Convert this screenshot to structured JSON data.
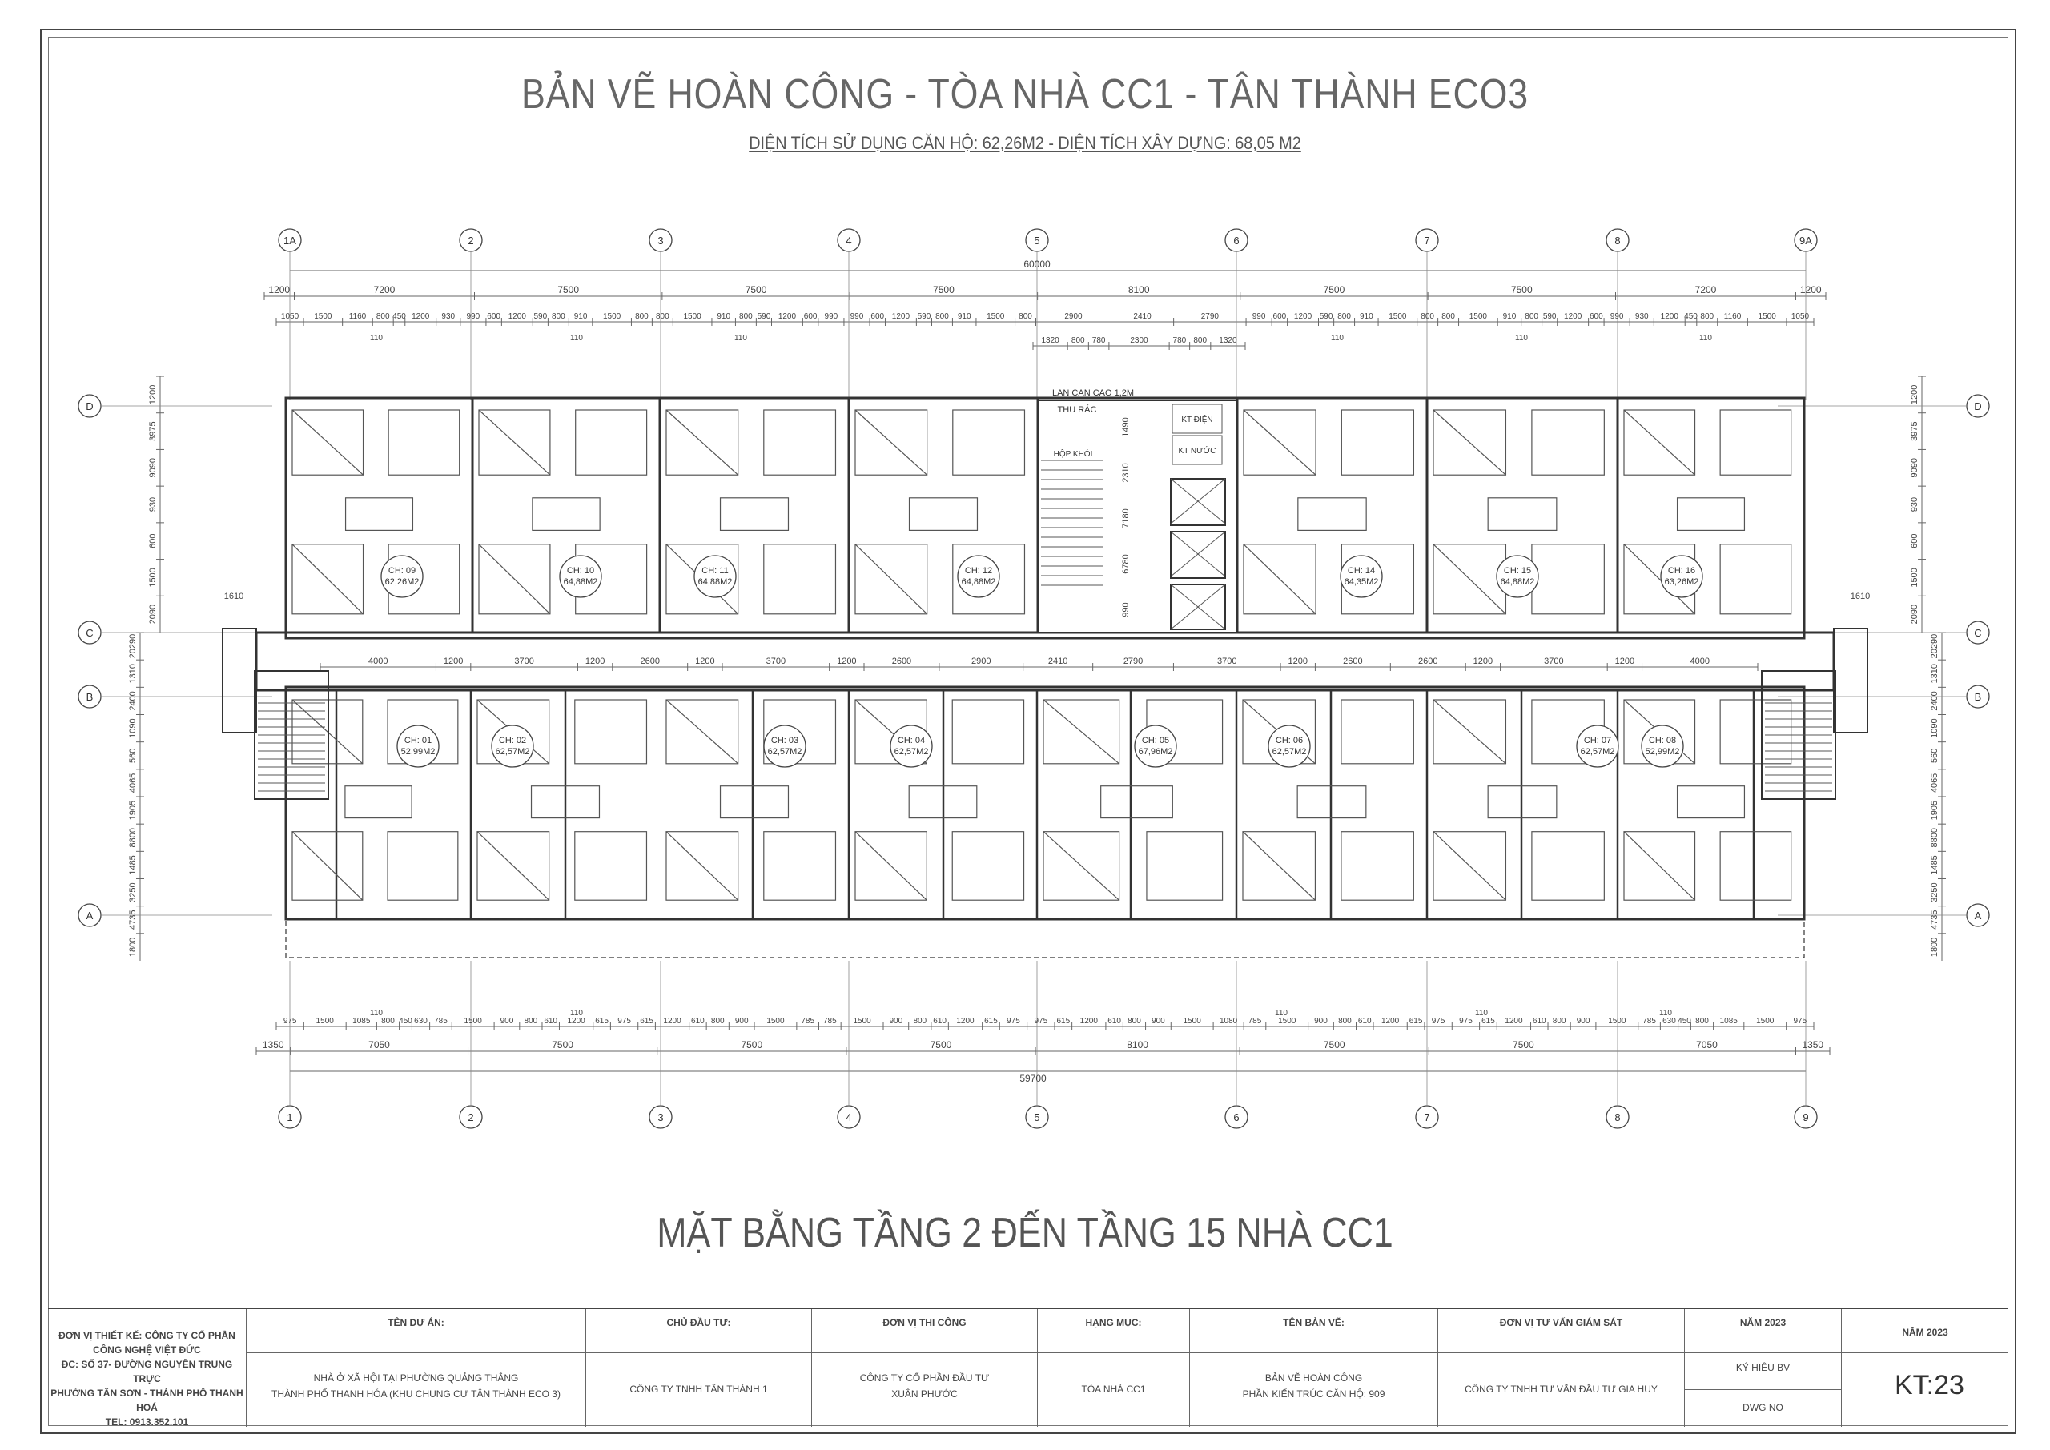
{
  "title": "BẢN VẼ HOÀN CÔNG - TÒA NHÀ CC1 - TÂN THÀNH ECO3",
  "subtitle": "DIỆN TÍCH SỬ DỤNG CĂN HỘ: 62,26M2 - DIỆN TÍCH XÂY DỰNG: 68,05 M2",
  "floor_title": "MẶT BẰNG TẦNG 2 ĐẾN TẦNG 15 NHÀ CC1",
  "grid": {
    "top_axes": [
      "1A",
      "2",
      "3",
      "4",
      "5",
      "6",
      "7",
      "8",
      "9A"
    ],
    "bottom_axes": [
      "1",
      "2",
      "3",
      "4",
      "5",
      "6",
      "7",
      "8",
      "9"
    ],
    "side_axes": [
      "D",
      "C",
      "B",
      "A"
    ]
  },
  "dimensions": {
    "top_total": "60000",
    "top_spans": [
      "1200",
      "7200",
      "7500",
      "7500",
      "7500",
      "8100",
      "7500",
      "7500",
      "7200",
      "1200"
    ],
    "top_details": [
      "1050",
      "1500",
      "1160",
      "800",
      "450",
      "1200",
      "930",
      "990",
      "600",
      "1200",
      "590",
      "800",
      "910",
      "1500",
      "800",
      "800",
      "1500",
      "910",
      "800",
      "590",
      "1200",
      "600",
      "990",
      "990",
      "600",
      "1200",
      "590",
      "800",
      "910",
      "1500",
      "800",
      "2900",
      "2410",
      "2790",
      "990",
      "600",
      "1200",
      "590",
      "800",
      "910",
      "1500",
      "800",
      "800",
      "1500",
      "910",
      "800",
      "590",
      "1200",
      "600",
      "990",
      "930",
      "1200",
      "450",
      "800",
      "1160",
      "1500",
      "1050"
    ],
    "core_details": [
      "1320",
      "800",
      "780",
      "2300",
      "780",
      "800",
      "1320"
    ],
    "corridor_row": [
      "4000",
      "1200",
      "3700",
      "1200",
      "2600",
      "1200",
      "3700",
      "1200",
      "2600",
      "2900",
      "2410",
      "2790",
      "3700",
      "1200",
      "2600",
      "2600",
      "1200",
      "3700",
      "1200",
      "4000"
    ],
    "bottom_total": "59700",
    "bottom_spans": [
      "1350",
      "7050",
      "7500",
      "7500",
      "7500",
      "8100",
      "7500",
      "7500",
      "7050",
      "1350"
    ],
    "bottom_details": [
      "975",
      "1500",
      "1085",
      "800",
      "450",
      "630",
      "785",
      "1500",
      "900",
      "800",
      "610",
      "1200",
      "615",
      "975",
      "615",
      "1200",
      "610",
      "800",
      "900",
      "1500",
      "785",
      "785",
      "1500",
      "900",
      "800",
      "610",
      "1200",
      "615",
      "975",
      "975",
      "615",
      "1200",
      "610",
      "800",
      "900",
      "1500",
      "1080",
      "785",
      "1500",
      "900",
      "800",
      "610",
      "1200",
      "615",
      "975",
      "975",
      "615",
      "1200",
      "610",
      "800",
      "900",
      "1500",
      "785",
      "630",
      "450",
      "800",
      "1085",
      "1500",
      "975"
    ],
    "left_side": [
      "1200",
      "3975",
      "9090",
      "930",
      "600",
      "1500",
      "2090",
      "20290",
      "1310",
      "2400",
      "1090",
      "560",
      "4065",
      "1905",
      "8800",
      "1485",
      "3250",
      "4735",
      "1800",
      "1610"
    ],
    "right_side": [
      "1200",
      "3975",
      "9090",
      "930",
      "600",
      "1500",
      "2090",
      "20290",
      "1310",
      "2400",
      "1090",
      "560",
      "4065",
      "1905",
      "8800",
      "1485",
      "3250",
      "4735",
      "1800",
      "1610"
    ],
    "core_vertical": [
      "1490",
      "2310",
      "7180",
      "6780",
      "990"
    ],
    "unit_module": "110"
  },
  "core_labels": [
    "LAN CAN CAO 1,2M",
    "THU RÁC",
    "KT ĐIỆN",
    "KT NƯỚC",
    "HỘP KHÓI"
  ],
  "units_top": [
    {
      "id": "CH: 09",
      "area": "62,26M2"
    },
    {
      "id": "CH: 10",
      "area": "64,88M2"
    },
    {
      "id": "CH: 11",
      "area": "64,88M2"
    },
    {
      "id": "CH: 12",
      "area": "64,88M2"
    },
    {
      "id": "CH: 14",
      "area": "64,35M2"
    },
    {
      "id": "CH: 15",
      "area": "64,88M2"
    },
    {
      "id": "CH: 16",
      "area": "63,26M2"
    }
  ],
  "units_bottom": [
    {
      "id": "CH: 01",
      "area": "52,99M2"
    },
    {
      "id": "CH: 02",
      "area": "62,57M2"
    },
    {
      "id": "CH: 03",
      "area": "62,57M2"
    },
    {
      "id": "CH: 04",
      "area": "62,57M2"
    },
    {
      "id": "CH: 05",
      "area": "67,96M2"
    },
    {
      "id": "CH: 06",
      "area": "62,57M2"
    },
    {
      "id": "CH: 07",
      "area": "62,57M2"
    },
    {
      "id": "CH: 08",
      "area": "52,99M2"
    }
  ],
  "title_block": {
    "designer": [
      "ĐƠN VỊ THIẾT KẾ: CÔNG TY CỔ PHẦN",
      "CÔNG NGHỆ VIỆT ĐỨC",
      "ĐC: SỐ 37- ĐƯỜNG NGUYỄN TRUNG TRỰC",
      "PHƯỜNG TÂN SƠN - THÀNH PHỐ THANH HOÁ",
      "TEL: 0913.352.101"
    ],
    "project_label": "TÊN DỰ ÁN:",
    "project_value": [
      "NHÀ Ở XÃ HỘI TẠI PHƯỜNG QUẢNG THẮNG",
      "THÀNH PHỐ THANH HÓA (KHU CHUNG CƯ TÂN THÀNH ECO 3)"
    ],
    "owner_label": "CHỦ ĐẦU TƯ:",
    "owner_value": "CÔNG TY TNHH TÂN THÀNH 1",
    "contractor_label": "ĐƠN VỊ THI CÔNG",
    "contractor_value": [
      "CÔNG TY CỔ PHẦN ĐẦU TƯ",
      "XUÂN PHƯỚC"
    ],
    "item_label": "HẠNG MỤC:",
    "item_value": "TÒA NHÀ CC1",
    "drawing_label": "TÊN BẢN VẼ:",
    "drawing_value": [
      "BẢN VẼ HOÀN CÔNG",
      "PHẦN KIẾN TRÚC CĂN HỘ: 909"
    ],
    "consultant_label": "ĐƠN VỊ TƯ VẤN GIÁM SÁT",
    "consultant_value": "CÔNG TY TNHH TƯ VẤN ĐẦU TƯ GIA HUY",
    "year_label": "NĂM 2023",
    "year_label2": "NĂM 2023",
    "symbol_label": "KÝ HIỆU BV",
    "dwg_label": "DWG NO",
    "sheet_no": "KT:23"
  }
}
